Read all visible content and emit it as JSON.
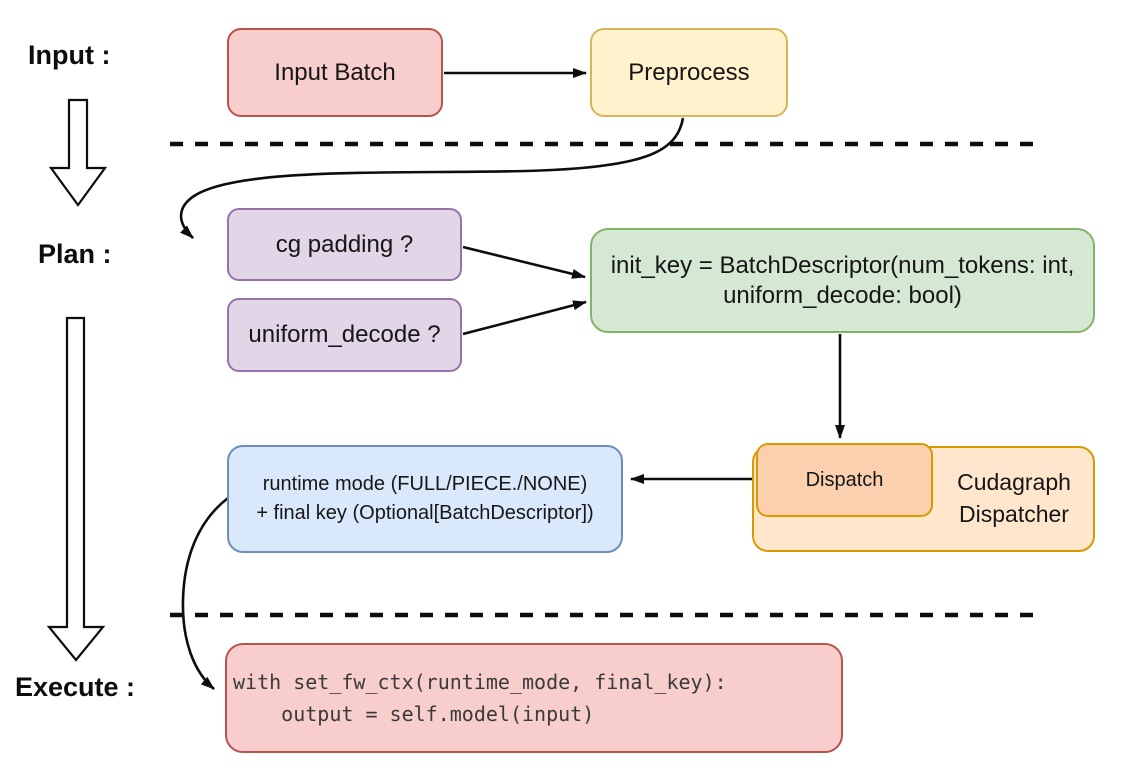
{
  "labels": {
    "input": "Input :",
    "plan": "Plan :",
    "execute": "Execute :"
  },
  "nodes": {
    "input_batch": {
      "label": "Input Batch"
    },
    "preprocess": {
      "label": "Preprocess"
    },
    "cg_padding": {
      "label": "cg padding ?"
    },
    "uniform_decode": {
      "label": "uniform_decode ?"
    },
    "init_key": {
      "line1": "init_key = BatchDescriptor(num_tokens: int,",
      "line2": "uniform_decode: bool)"
    },
    "dispatch": {
      "label": "Dispatch"
    },
    "cudagraph_dispatcher": {
      "line1": "Cudagraph",
      "line2": "Dispatcher"
    },
    "runtime_result": {
      "line1": "runtime mode (FULL/PIECE./NONE)",
      "line2": "+ final key (Optional[BatchDescriptor])"
    },
    "execute_code": {
      "line1": "with set_fw_ctx(runtime_mode, final_key):",
      "line2": "    output = self.model(input)"
    }
  },
  "colors": {
    "red_fill": "#f8cecc",
    "red_stroke": "#b85450",
    "yellow_fill": "#fff2cc",
    "yellow_stroke": "#d6b656",
    "purple_fill": "#e1d5e7",
    "purple_stroke": "#9673a6",
    "green_fill": "#d5e8d4",
    "green_stroke": "#82b366",
    "blue_fill": "#dae8fc",
    "blue_stroke": "#6c8ebf",
    "orange_fill": "#ffe6cc",
    "peach_fill": "#fad0ae",
    "orange_stroke": "#d79b00",
    "line_color": "#0d0d0d"
  }
}
